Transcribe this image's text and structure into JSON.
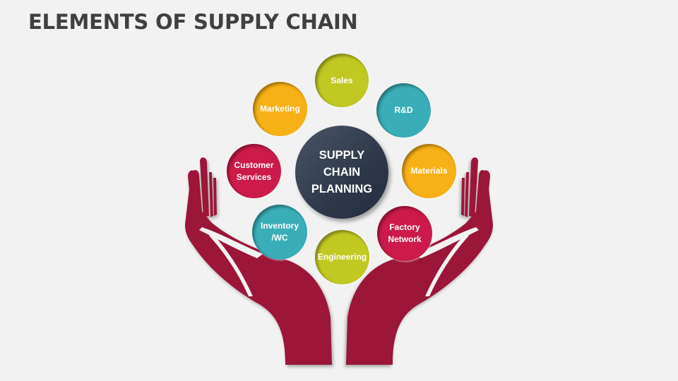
{
  "title": "ELEMENTS OF SUPPLY CHAIN",
  "center": {
    "label": "SUPPLY\nCHAIN\nPLANNING",
    "color": "#2e3849"
  },
  "elements": [
    {
      "label": "Sales",
      "color": "#c0c922"
    },
    {
      "label": "Marketing",
      "color": "#f7b116"
    },
    {
      "label": "R&D",
      "color": "#3aaeb8"
    },
    {
      "label": "Customer\nServices",
      "color": "#cc1b4a"
    },
    {
      "label": "Materials",
      "color": "#f7b116"
    },
    {
      "label": "Inventory\n/WC",
      "color": "#3aaeb8"
    },
    {
      "label": "Engineering",
      "color": "#c0c922"
    },
    {
      "label": "Factory\nNetwork",
      "color": "#cc1b4a"
    }
  ],
  "hands_color": "#9b1438"
}
